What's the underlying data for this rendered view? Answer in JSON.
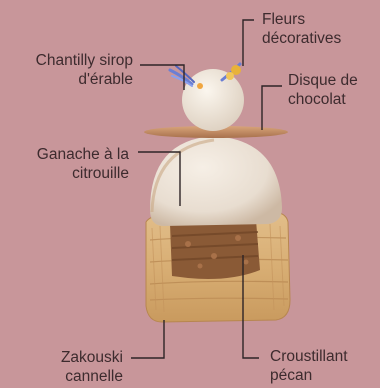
{
  "labels": {
    "fleurs": "Fleurs\ndécoratives",
    "chantilly": "Chantilly sirop\nd'érable",
    "disque": "Disque de\nchocolat",
    "ganache": "Ganache à la\ncitrouille",
    "zakouski": "Zakouski\ncannelle",
    "croustillant": "Croustillant\npécan"
  },
  "colors": {
    "background": "#c8969a",
    "text": "#3d2b2e",
    "leader_line": "#2d2426",
    "cream": "#efe6dc",
    "chocolate_disc": "#c08a63",
    "pastry": "#d9b27c",
    "praline": "#8a5a36",
    "flower_blue": "#6b7fd4",
    "flower_yellow": "#e8b23a"
  }
}
